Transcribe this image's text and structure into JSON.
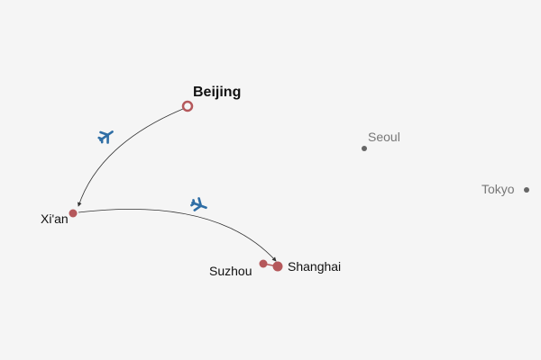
{
  "map": {
    "cities": {
      "beijing": {
        "label": "Beijing",
        "role": "origin"
      },
      "xian": {
        "label": "Xi'an"
      },
      "shanghai": {
        "label": "Shanghai"
      },
      "suzhou": {
        "label": "Suzhou"
      },
      "seoul": {
        "label": "Seoul"
      },
      "tokyo": {
        "label": "Tokyo"
      }
    },
    "routes": [
      {
        "from": "Beijing",
        "to": "Xi'an",
        "icon": "plane-icon"
      },
      {
        "from": "Xi'an",
        "to": "Shanghai",
        "icon": "plane-icon"
      },
      {
        "from": "Suzhou",
        "to": "Shanghai"
      }
    ],
    "colors": {
      "visited": "#b5585b",
      "other": "#666666",
      "plane": "#2f6ea5",
      "route": "#333333",
      "background": "#f5f5f5"
    }
  }
}
